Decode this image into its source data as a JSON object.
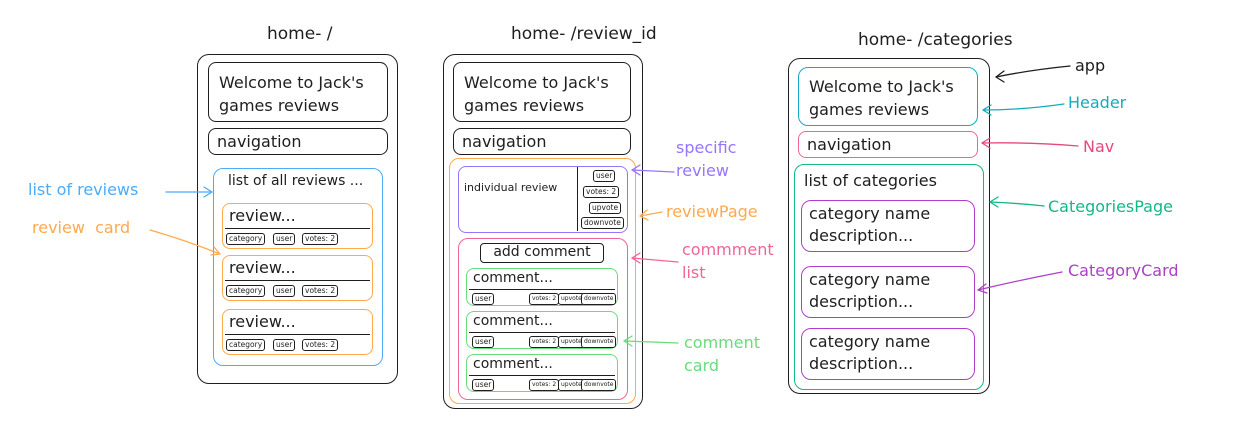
{
  "colors": {
    "ink": "#1e1e1e",
    "blue": "#4dabf7",
    "orange": "#ffa94d",
    "purple": "#9775fa",
    "pink": "#f06595",
    "green": "#69db7c",
    "teal": "#12b886",
    "magenta": "#ae3ec9",
    "hotpink": "#e64980",
    "cyan": "#15aabf"
  },
  "screens": [
    {
      "route": "home- /",
      "header": "Welcome to Jack's\ngames reviews",
      "nav": "navigation",
      "list_title": "list of all reviews ...",
      "cards": [
        {
          "title": "review...",
          "category": "category",
          "user": "user",
          "votes": "votes: 2"
        },
        {
          "title": "review...",
          "category": "category",
          "user": "user",
          "votes": "votes: 2"
        },
        {
          "title": "review...",
          "category": "category",
          "user": "user",
          "votes": "votes: 2"
        }
      ]
    },
    {
      "route": "home- /review_id",
      "header": "Welcome to Jack's\ngames reviews",
      "nav": "navigation",
      "review_text": "individual review",
      "review_user": "user",
      "review_votes": "votes: 2",
      "review_upvote": "upvote",
      "review_downvote": "downvote",
      "add_comment": "add comment",
      "comments": [
        {
          "title": "comment...",
          "user": "user",
          "votes": "votes: 2",
          "upvote": "upvote",
          "downvote": "downvote"
        },
        {
          "title": "comment...",
          "user": "user",
          "votes": "votes: 2",
          "upvote": "upvote",
          "downvote": "downvote"
        },
        {
          "title": "comment...",
          "user": "user",
          "votes": "votes: 2",
          "upvote": "upvote",
          "downvote": "downvote"
        }
      ]
    },
    {
      "route": "home- /categories",
      "header": "Welcome to Jack's\ngames reviews",
      "nav": "navigation",
      "list_title": "list of categories",
      "cards": [
        {
          "text": "category name\ndescription..."
        },
        {
          "text": "category name\ndescription..."
        },
        {
          "text": "category name\ndescription..."
        }
      ]
    }
  ],
  "annotations": {
    "list_of_reviews": "list of reviews",
    "review_card": "review  card",
    "specific_review": "specific\nreview",
    "review_page": "reviewPage",
    "comment_list": "commment\nlist",
    "comment_card": "comment\ncard",
    "app": "app",
    "header": "Header",
    "nav": "Nav",
    "categories_page": "CategoriesPage",
    "category_card": "CategoryCard"
  }
}
